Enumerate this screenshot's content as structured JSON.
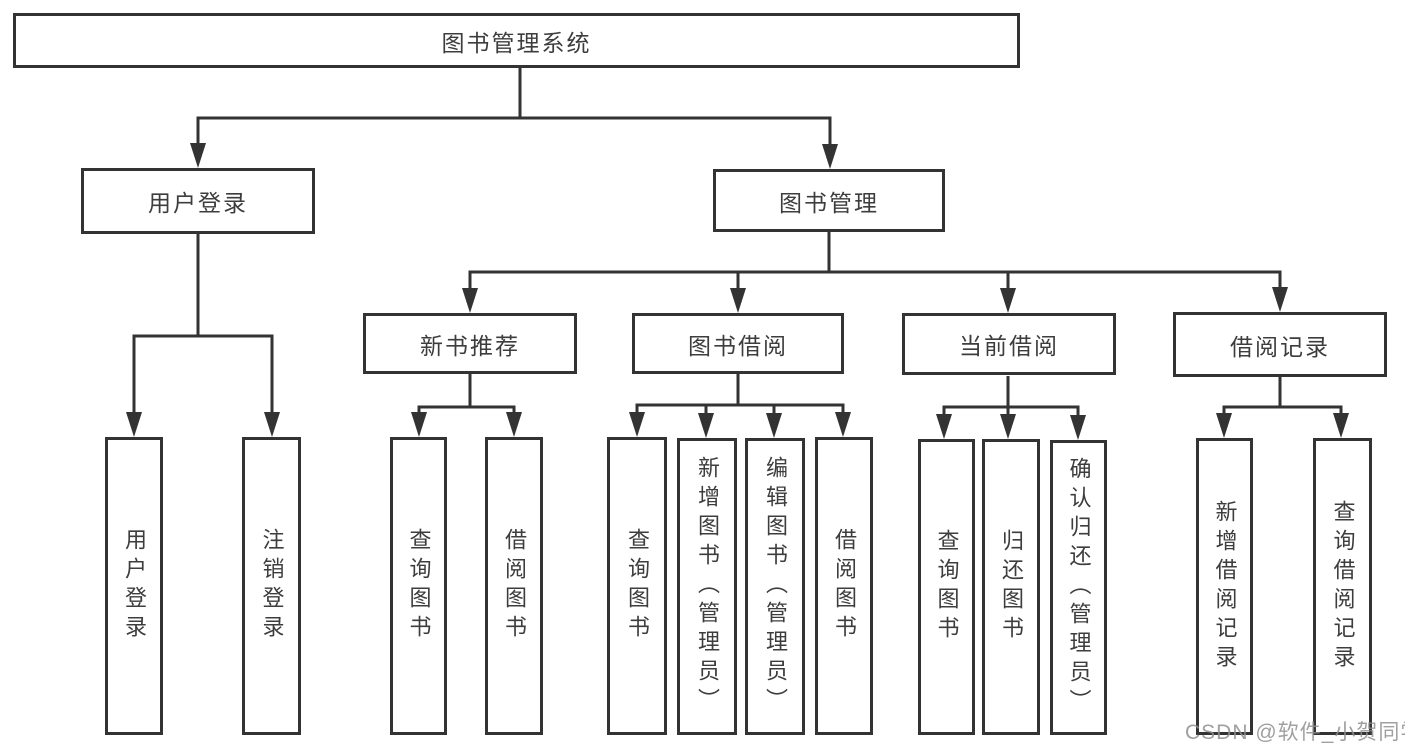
{
  "diagram": {
    "root": {
      "label": "图书管理系统"
    },
    "branches": [
      {
        "label": "用户登录",
        "leaves": [
          {
            "label": "用户登录"
          },
          {
            "label": "注销登录"
          }
        ]
      },
      {
        "label": "图书管理",
        "groups": [
          {
            "label": "新书推荐",
            "leaves": [
              {
                "label": "查询图书"
              },
              {
                "label": "借阅图书"
              }
            ]
          },
          {
            "label": "图书借阅",
            "leaves": [
              {
                "label": "查询图书"
              },
              {
                "label": "新增图书（管理员）"
              },
              {
                "label": "编辑图书（管理员）"
              },
              {
                "label": "借阅图书"
              }
            ]
          },
          {
            "label": "当前借阅",
            "leaves": [
              {
                "label": "查询图书"
              },
              {
                "label": "归还图书"
              },
              {
                "label": "确认归还（管理员）"
              }
            ]
          },
          {
            "label": "借阅记录",
            "leaves": [
              {
                "label": "新增借阅记录"
              },
              {
                "label": "查询借阅记录"
              }
            ]
          }
        ]
      }
    ]
  },
  "watermark": {
    "text": "CSDN @软件_小贺同学"
  },
  "colors": {
    "background": "#ffffff",
    "box_border": "#333333",
    "line": "#333333",
    "text": "#3d3d3d",
    "watermark": "#8f8f8f"
  }
}
